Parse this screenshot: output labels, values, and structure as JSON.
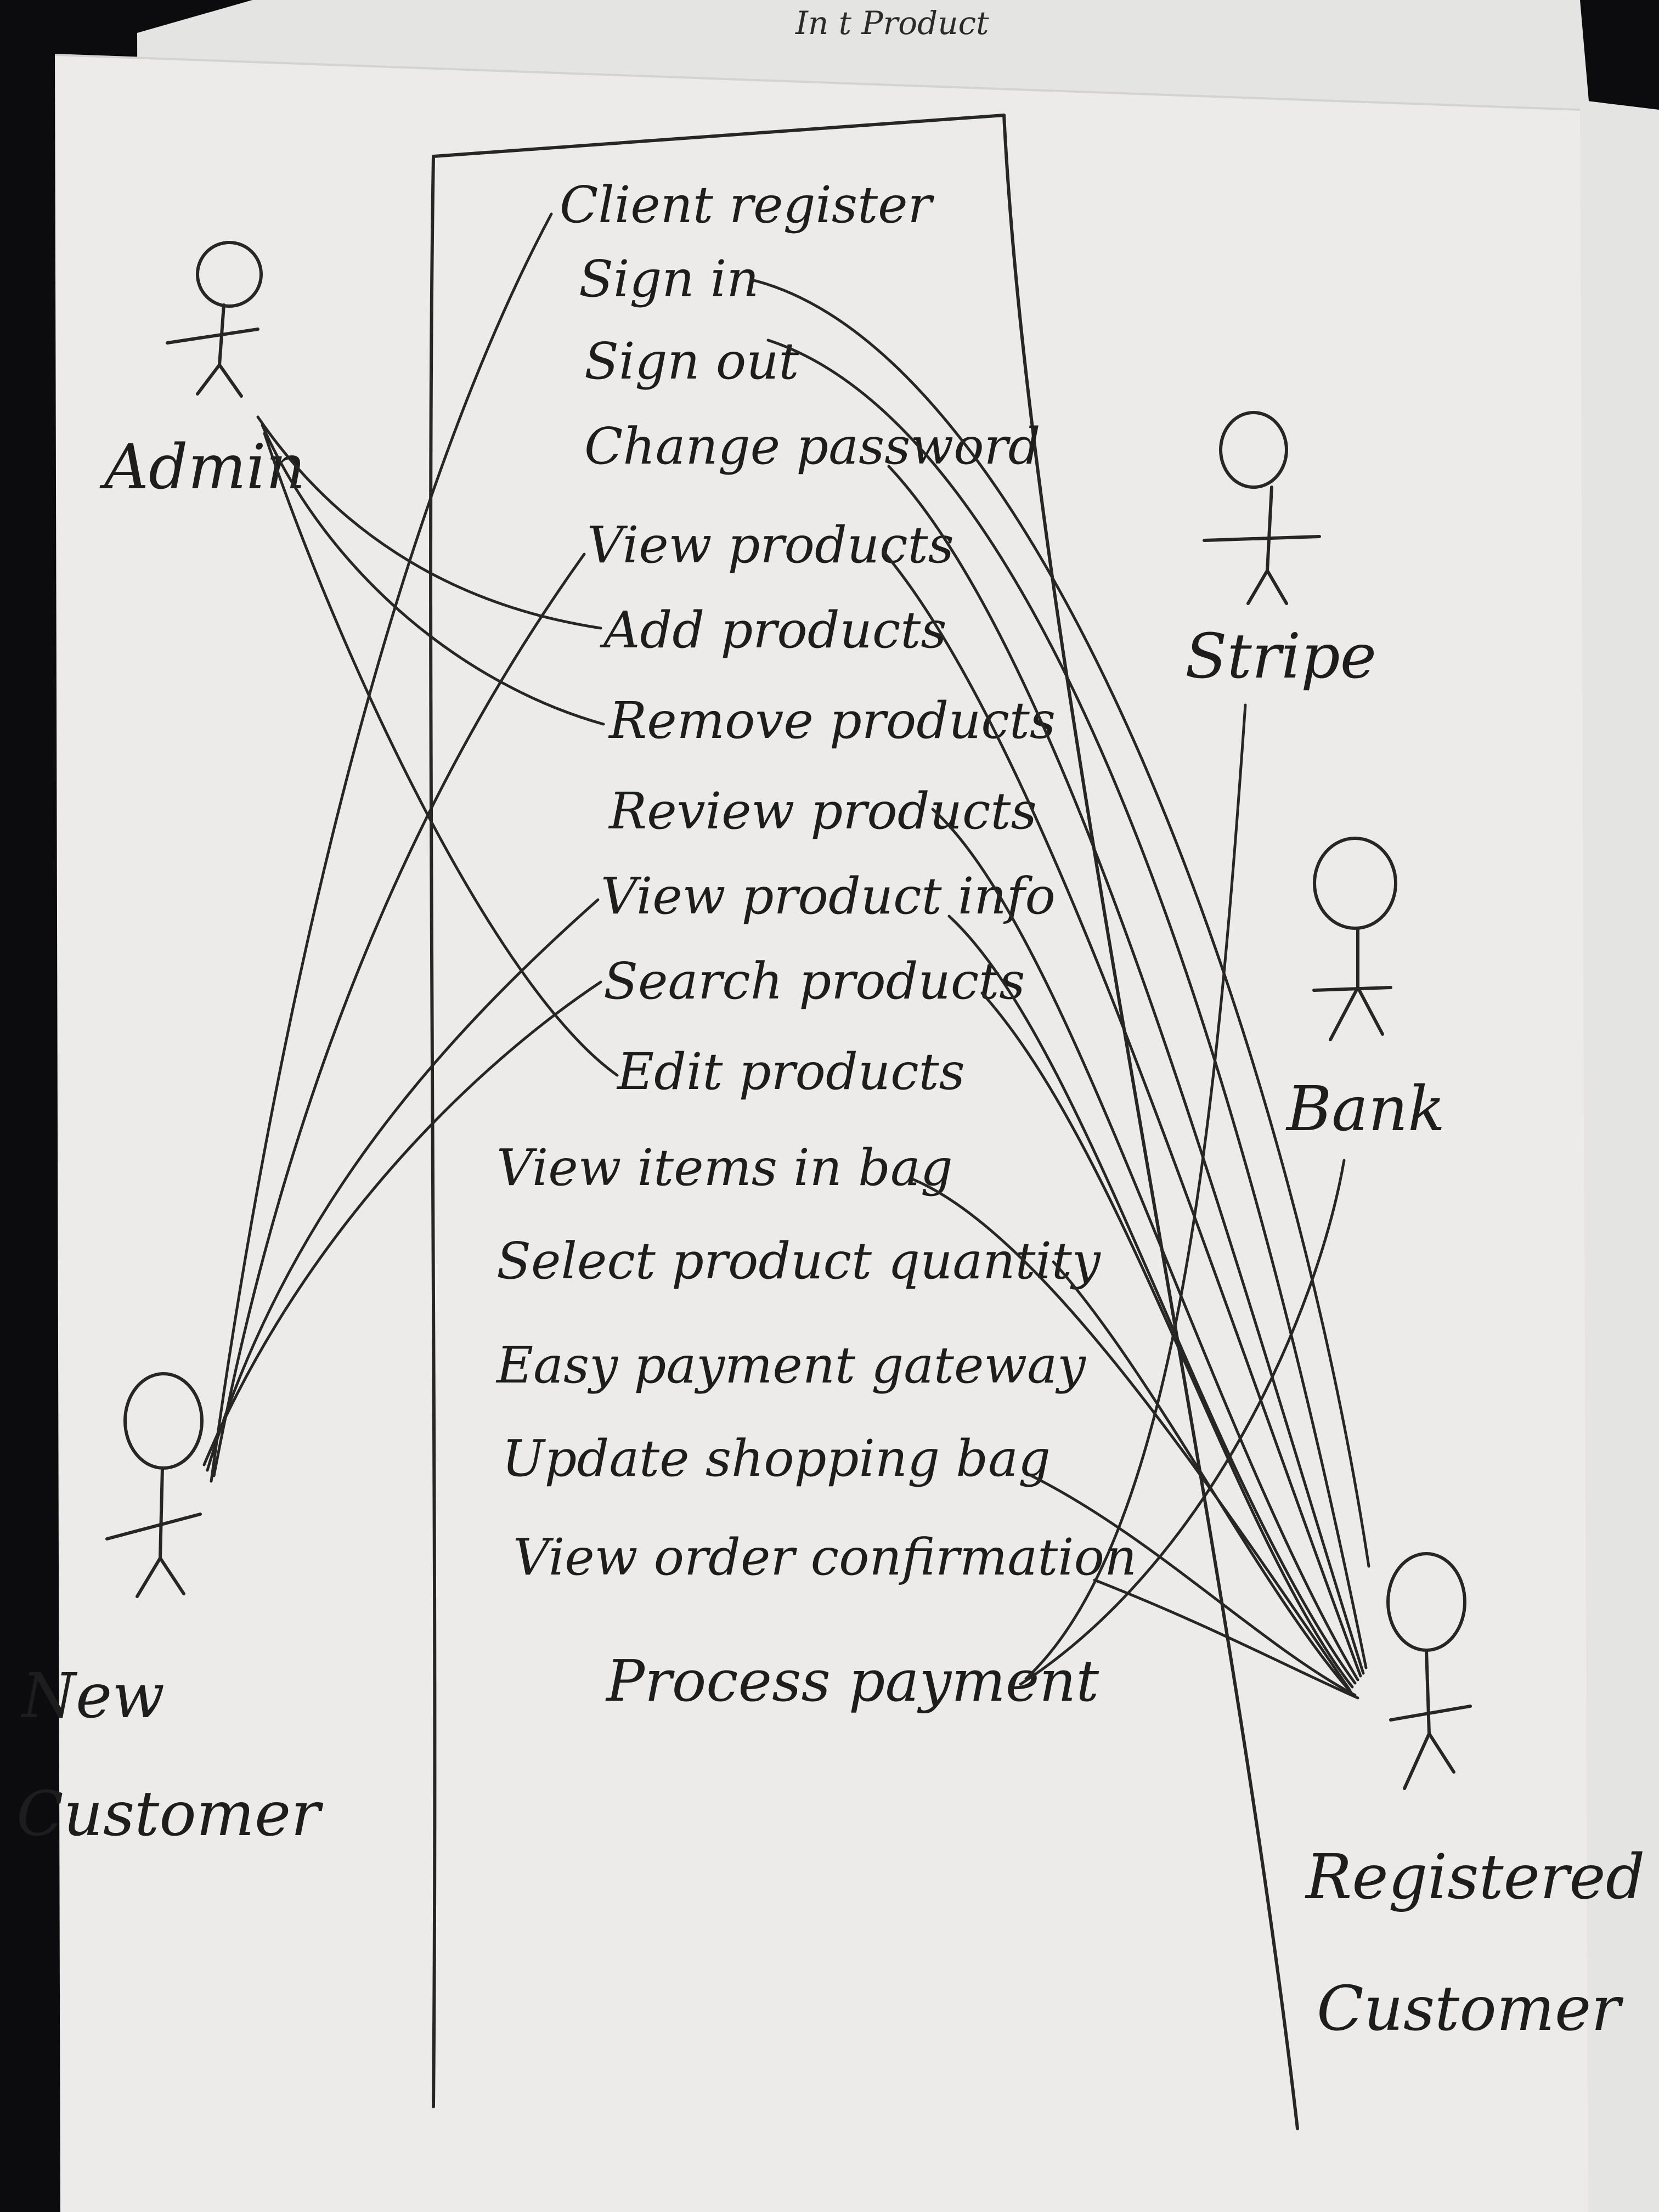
{
  "back_sheet": {
    "heading": "In t Product"
  },
  "actors": {
    "admin": "Admin",
    "new_customer_line1": "New",
    "new_customer_line2": "Customer",
    "stripe": "Stripe",
    "bank": "Bank",
    "registered_customer_line1": "Registered",
    "registered_customer_line2": "Customer"
  },
  "use_cases": [
    "Client register",
    "Sign in",
    "Sign out",
    "Change password",
    "View products",
    "Add products",
    "Remove products",
    "Review products",
    "View product info",
    "Search products",
    "Edit products",
    "View items in bag",
    "Select product quantity",
    "Easy payment gateway",
    "Update shopping bag",
    "View order confirmation",
    "Process payment"
  ],
  "colors": {
    "background": "#0c0c0e",
    "paper": "#ecebea",
    "ink": "#262626"
  }
}
